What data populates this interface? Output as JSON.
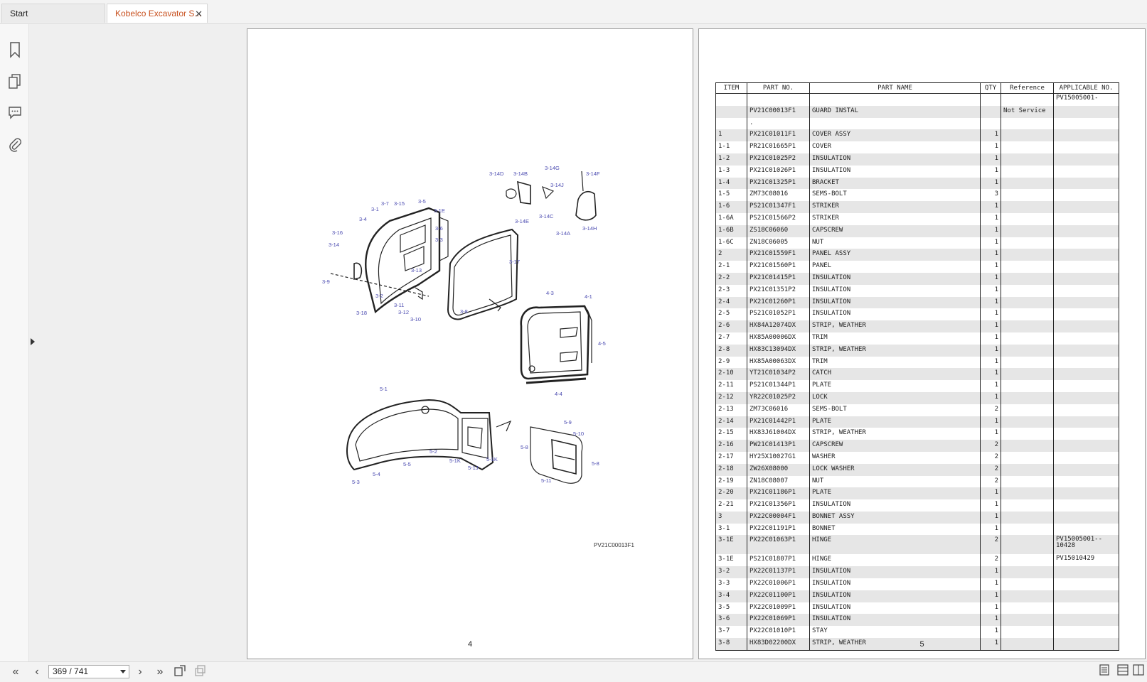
{
  "tabs": [
    {
      "label": "Start"
    },
    {
      "label": "Kobelco Excavator S...",
      "active": true
    }
  ],
  "sidebar": {
    "icons": [
      "bookmark-icon",
      "pages-icon",
      "comments-icon",
      "attachment-icon"
    ]
  },
  "left_page": {
    "page_number": "4",
    "drawing_code": "PV21C00013F1",
    "callouts": [
      "3-14D",
      "3-14B",
      "3-14G",
      "3-14F",
      "3-14J",
      "3-14C",
      "3-14E",
      "3-14A",
      "3-14H",
      "3-7",
      "3-15",
      "3-5",
      "3-1",
      "3-1E",
      "3-4",
      "3-6",
      "3-16",
      "3-3",
      "3-14",
      "3-17",
      "3-9",
      "3-13",
      "3-2",
      "3-11",
      "3-12",
      "3-18",
      "3-10",
      "3-8",
      "4-3",
      "4-1",
      "4-5",
      "4-4",
      "5-1",
      "5-9",
      "5-10",
      "5-8",
      "5-8",
      "5-2",
      "5-1K",
      "5-1K",
      "5-1J",
      "5-5",
      "5-4",
      "5-3",
      "5-11"
    ]
  },
  "right_page": {
    "page_number": "5",
    "columns": [
      "ITEM",
      "PART NO.",
      "PART NAME",
      "QTY",
      "Reference",
      "APPLICABLE NO."
    ],
    "rows": [
      {
        "item": "",
        "part": "",
        "name": "",
        "qty": "",
        "ref": "",
        "app": "PV15005001-"
      },
      {
        "item": "",
        "part": "PV21C00013F1",
        "name": "GUARD INSTAL",
        "qty": "",
        "ref": "Not Service",
        "app": ""
      },
      {
        "item": "",
        "part": ".",
        "name": "",
        "qty": "",
        "ref": "",
        "app": ""
      },
      {
        "item": "1",
        "part": "PX21C01011F1",
        "name": "COVER ASSY",
        "qty": "1",
        "ref": "",
        "app": ""
      },
      {
        "item": "1-1",
        "part": "PR21C01665P1",
        "name": "COVER",
        "qty": "1",
        "ref": "",
        "app": ""
      },
      {
        "item": "1-2",
        "part": "PX21C01025P2",
        "name": "INSULATION",
        "qty": "1",
        "ref": "",
        "app": ""
      },
      {
        "item": "1-3",
        "part": "PX21C01026P1",
        "name": "INSULATION",
        "qty": "1",
        "ref": "",
        "app": ""
      },
      {
        "item": "1-4",
        "part": "PX21C01325P1",
        "name": "BRACKET",
        "qty": "1",
        "ref": "",
        "app": ""
      },
      {
        "item": "1-5",
        "part": "ZM73C08016",
        "name": "SEMS-BOLT",
        "qty": "3",
        "ref": "",
        "app": ""
      },
      {
        "item": "1-6",
        "part": "PS21C01347F1",
        "name": "STRIKER",
        "qty": "1",
        "ref": "",
        "app": ""
      },
      {
        "item": "1-6A",
        "part": "PS21C01566P2",
        "name": "STRIKER",
        "qty": "1",
        "ref": "",
        "app": ""
      },
      {
        "item": "1-6B",
        "part": "ZS18C06060",
        "name": "CAPSCREW",
        "qty": "1",
        "ref": "",
        "app": ""
      },
      {
        "item": "1-6C",
        "part": "ZN18C06005",
        "name": "NUT",
        "qty": "1",
        "ref": "",
        "app": ""
      },
      {
        "item": "2",
        "part": "PX21C01559F1",
        "name": "PANEL ASSY",
        "qty": "1",
        "ref": "",
        "app": ""
      },
      {
        "item": "2-1",
        "part": "PX21C01560P1",
        "name": "PANEL",
        "qty": "1",
        "ref": "",
        "app": ""
      },
      {
        "item": "2-2",
        "part": "PX21C01415P1",
        "name": "INSULATION",
        "qty": "1",
        "ref": "",
        "app": ""
      },
      {
        "item": "2-3",
        "part": "PX21C01351P2",
        "name": "INSULATION",
        "qty": "1",
        "ref": "",
        "app": ""
      },
      {
        "item": "2-4",
        "part": "PX21C01260P1",
        "name": "INSULATION",
        "qty": "1",
        "ref": "",
        "app": ""
      },
      {
        "item": "2-5",
        "part": "PS21C01052P1",
        "name": "INSULATION",
        "qty": "1",
        "ref": "",
        "app": ""
      },
      {
        "item": "2-6",
        "part": "HX84A12074DX",
        "name": "STRIP, WEATHER",
        "qty": "1",
        "ref": "",
        "app": ""
      },
      {
        "item": "2-7",
        "part": "HX85A00006DX",
        "name": "TRIM",
        "qty": "1",
        "ref": "",
        "app": ""
      },
      {
        "item": "2-8",
        "part": "HX83C13094DX",
        "name": "STRIP, WEATHER",
        "qty": "1",
        "ref": "",
        "app": ""
      },
      {
        "item": "2-9",
        "part": "HX85A00063DX",
        "name": "TRIM",
        "qty": "1",
        "ref": "",
        "app": ""
      },
      {
        "item": "2-10",
        "part": "YT21C01034P2",
        "name": "CATCH",
        "qty": "1",
        "ref": "",
        "app": ""
      },
      {
        "item": "2-11",
        "part": "PS21C01344P1",
        "name": "PLATE",
        "qty": "1",
        "ref": "",
        "app": ""
      },
      {
        "item": "2-12",
        "part": "YR22C01025P2",
        "name": "LOCK",
        "qty": "1",
        "ref": "",
        "app": ""
      },
      {
        "item": "2-13",
        "part": "ZM73C06016",
        "name": "SEMS-BOLT",
        "qty": "2",
        "ref": "",
        "app": ""
      },
      {
        "item": "2-14",
        "part": "PX21C01442P1",
        "name": "PLATE",
        "qty": "1",
        "ref": "",
        "app": ""
      },
      {
        "item": "2-15",
        "part": "HX83J61004DX",
        "name": "STRIP, WEATHER",
        "qty": "1",
        "ref": "",
        "app": ""
      },
      {
        "item": "2-16",
        "part": "PW21C01413P1",
        "name": "CAPSCREW",
        "qty": "2",
        "ref": "",
        "app": ""
      },
      {
        "item": "2-17",
        "part": "HY25X10027G1",
        "name": "WASHER",
        "qty": "2",
        "ref": "",
        "app": ""
      },
      {
        "item": "2-18",
        "part": "ZW26X08000",
        "name": "LOCK WASHER",
        "qty": "2",
        "ref": "",
        "app": ""
      },
      {
        "item": "2-19",
        "part": "ZN18C08007",
        "name": "NUT",
        "qty": "2",
        "ref": "",
        "app": ""
      },
      {
        "item": "2-20",
        "part": "PX21C01186P1",
        "name": "PLATE",
        "qty": "1",
        "ref": "",
        "app": ""
      },
      {
        "item": "2-21",
        "part": "PX21C01356P1",
        "name": "INSULATION",
        "qty": "1",
        "ref": "",
        "app": ""
      },
      {
        "item": "3",
        "part": "PX22C00004F1",
        "name": "BONNET ASSY",
        "qty": "1",
        "ref": "",
        "app": ""
      },
      {
        "item": "3-1",
        "part": "PX22C01191P1",
        "name": "BONNET",
        "qty": "1",
        "ref": "",
        "app": ""
      },
      {
        "item": "3-1E",
        "part": "PX22C01063P1",
        "name": "HINGE",
        "qty": "2",
        "ref": "",
        "app": "PV15005001--\n10428"
      },
      {
        "item": "3-1E",
        "part": "PS21C01807P1",
        "name": "HINGE",
        "qty": "2",
        "ref": "",
        "app": "PV15010429"
      },
      {
        "item": "3-2",
        "part": "PX22C01137P1",
        "name": "INSULATION",
        "qty": "1",
        "ref": "",
        "app": ""
      },
      {
        "item": "3-3",
        "part": "PX22C01006P1",
        "name": "INSULATION",
        "qty": "1",
        "ref": "",
        "app": ""
      },
      {
        "item": "3-4",
        "part": "PX22C01100P1",
        "name": "INSULATION",
        "qty": "1",
        "ref": "",
        "app": ""
      },
      {
        "item": "3-5",
        "part": "PX22C01009P1",
        "name": "INSULATION",
        "qty": "1",
        "ref": "",
        "app": ""
      },
      {
        "item": "3-6",
        "part": "PX22C01069P1",
        "name": "INSULATION",
        "qty": "1",
        "ref": "",
        "app": ""
      },
      {
        "item": "3-7",
        "part": "PX22C01010P1",
        "name": "STAY",
        "qty": "1",
        "ref": "",
        "app": ""
      },
      {
        "item": "3-8",
        "part": "HX83D02200DX",
        "name": "STRIP, WEATHER",
        "qty": "1",
        "ref": "",
        "app": ""
      }
    ]
  },
  "navigation": {
    "page_indicator": "369 / 741"
  }
}
